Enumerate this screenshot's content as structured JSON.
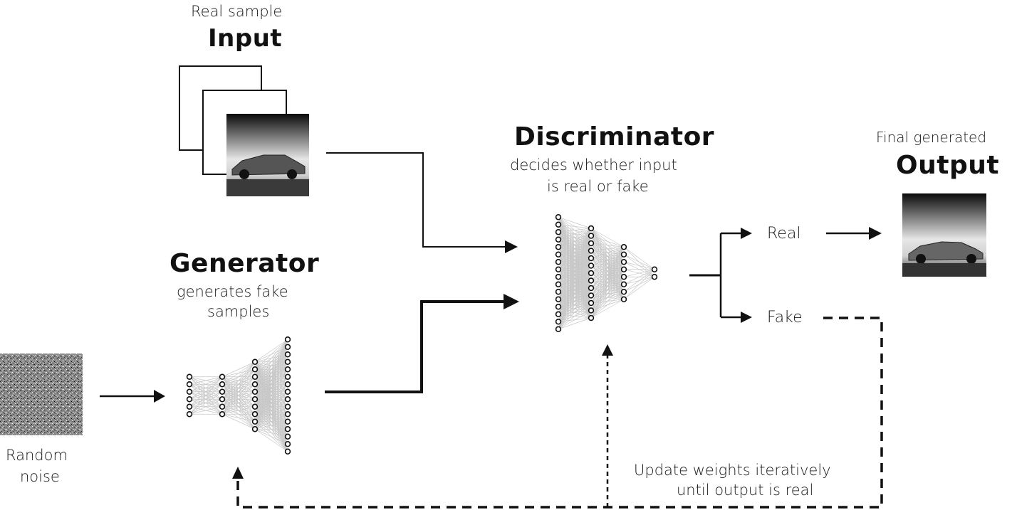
{
  "input": {
    "caption": "Real sample",
    "title": "Input"
  },
  "generator": {
    "title": "Generator",
    "desc_line1": "generates fake",
    "desc_line2": "samples",
    "layers": [
      6,
      6,
      10,
      16
    ]
  },
  "discriminator": {
    "title": "Discriminator",
    "desc_line1": "decides whether input",
    "desc_line2": "is real or fake",
    "layers": [
      16,
      13,
      8,
      2
    ]
  },
  "noise": {
    "label_line1": "Random",
    "label_line2": "noise"
  },
  "decisions": {
    "real": "Real",
    "fake": "Fake"
  },
  "output": {
    "caption": "Final generated",
    "title": "Output"
  },
  "feedback": {
    "line1": "Update weights iteratively",
    "line2": "until output is real"
  },
  "colors": {
    "line": "#111111",
    "mesh": "#c8c8c8"
  }
}
